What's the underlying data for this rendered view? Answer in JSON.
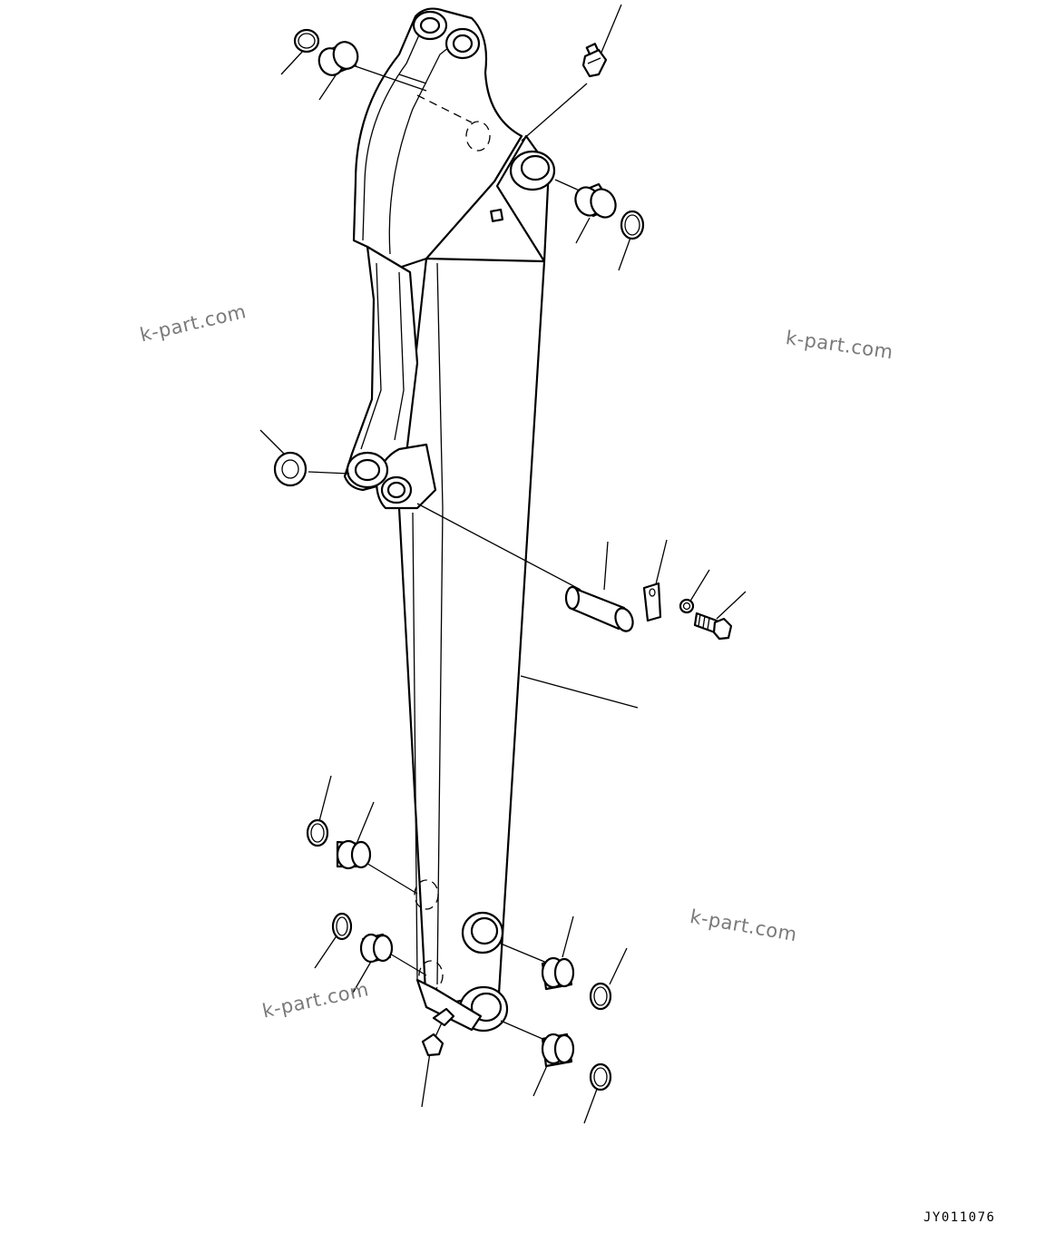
{
  "watermarks": [
    "k-part.com",
    "k-part.com",
    "k-part.com",
    "k-part.com"
  ],
  "drawing_code": "JY011076"
}
